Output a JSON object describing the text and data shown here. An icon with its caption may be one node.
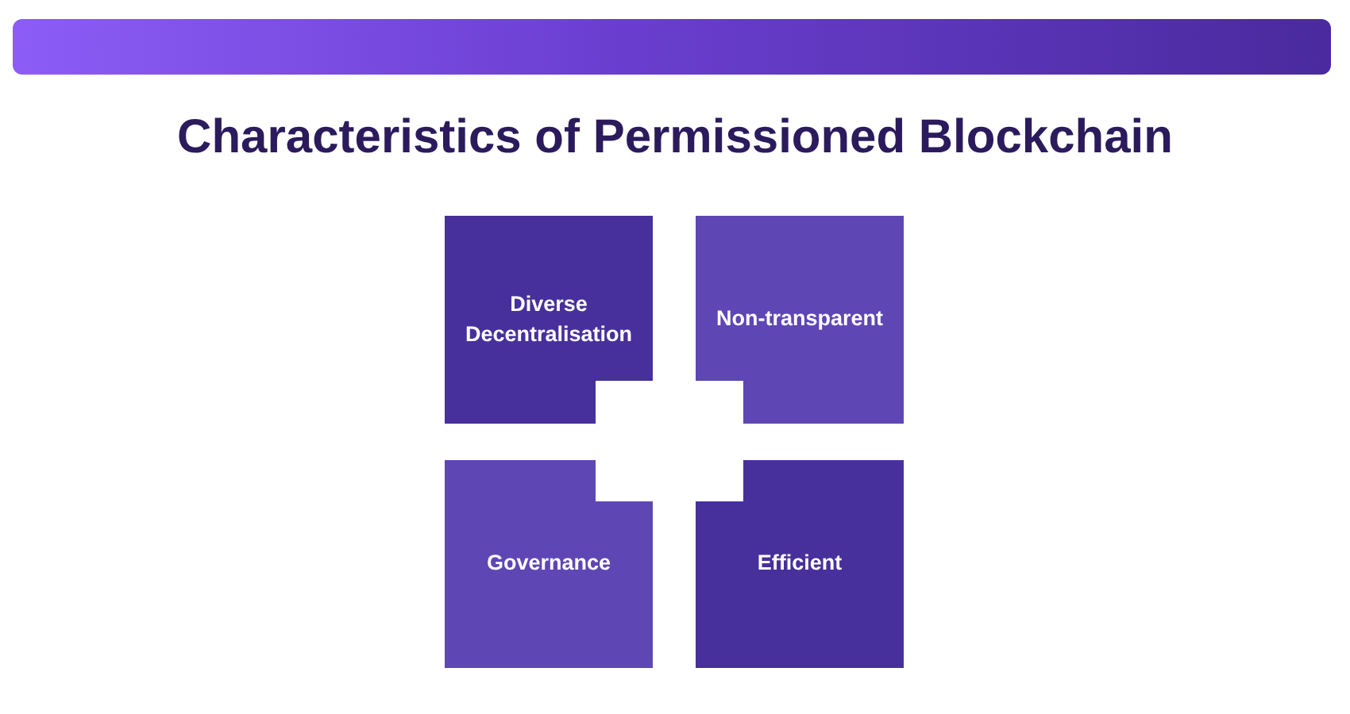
{
  "diagram": {
    "title": "Characteristics of Permissioned Blockchain",
    "nodes": [
      {
        "text": [
          "Diverse Decentralisation"
        ]
      },
      {
        "text": [
          "Non-transparent"
        ]
      },
      {
        "text": [
          "Governance"
        ]
      },
      {
        "text": [
          "Efficient"
        ]
      }
    ]
  }
}
